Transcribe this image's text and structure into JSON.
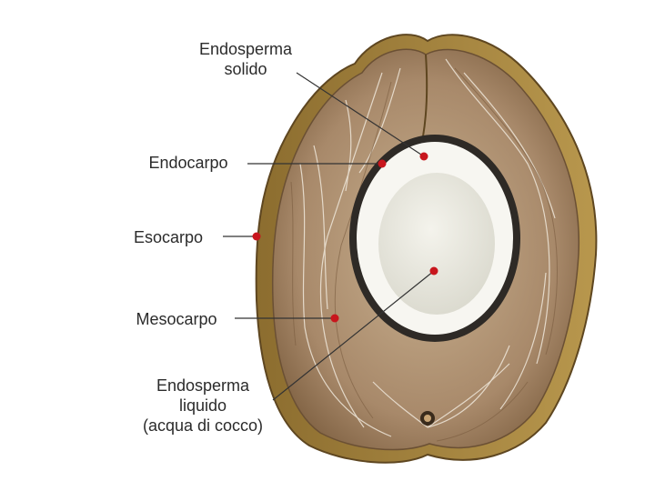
{
  "labels": {
    "endosperma_solido": [
      "Endosperma",
      "solido"
    ],
    "endocarpo": "Endocarpo",
    "esocarpo": "Esocarpo",
    "mesocarpo": "Mesocarpo",
    "endosperma_liquido": [
      "Endosperma",
      "liquido",
      "(acqua di cocco)"
    ]
  },
  "colors": {
    "marker": "#c8161d",
    "leader_line": "#333333",
    "husk_outer": "#8a6a2c",
    "husk_fibre": "#a98a63",
    "shell": "#2e2a26",
    "flesh": "#f7f6f1",
    "water": "#ecebe1"
  }
}
